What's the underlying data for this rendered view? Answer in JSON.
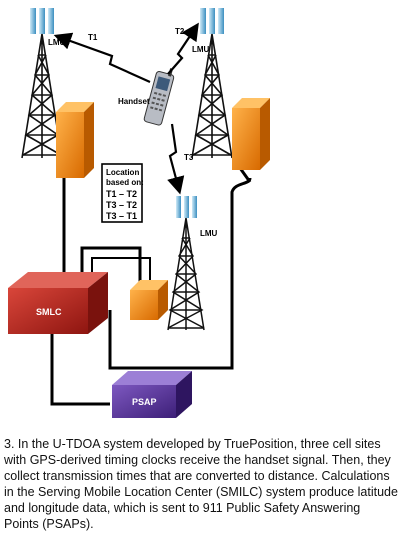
{
  "diagram": {
    "towers": [
      {
        "label": "LMU"
      },
      {
        "label": "LMU"
      },
      {
        "label": "LMU"
      }
    ],
    "handset_label": "Handset",
    "signals": [
      {
        "label": "T1"
      },
      {
        "label": "T2"
      },
      {
        "label": "T3"
      }
    ],
    "location_box": {
      "title_line1": "Location",
      "title_line2": "based on:",
      "lines": [
        "T1 – T2",
        "T3 – T2",
        "T3 – T1"
      ]
    },
    "smlc_label": "SMLC",
    "psap_label": "PSAP",
    "colors": {
      "orange": "#f08a1c",
      "red": "#c0281c",
      "purple": "#5a2f99",
      "antenna_blue": "#6fb3d8"
    }
  },
  "caption": "3. In the U-TDOA system developed by TruePosition, three cell sites with GPS-derived timing clocks receive the handset signal. Then, they collect transmission times that are converted to distance. Calculations in the Serving Mobile Location Center (SMILC) system produce latitude and longitude data, which is sent to 911 Public Safety Answering Points (PSAPs)."
}
